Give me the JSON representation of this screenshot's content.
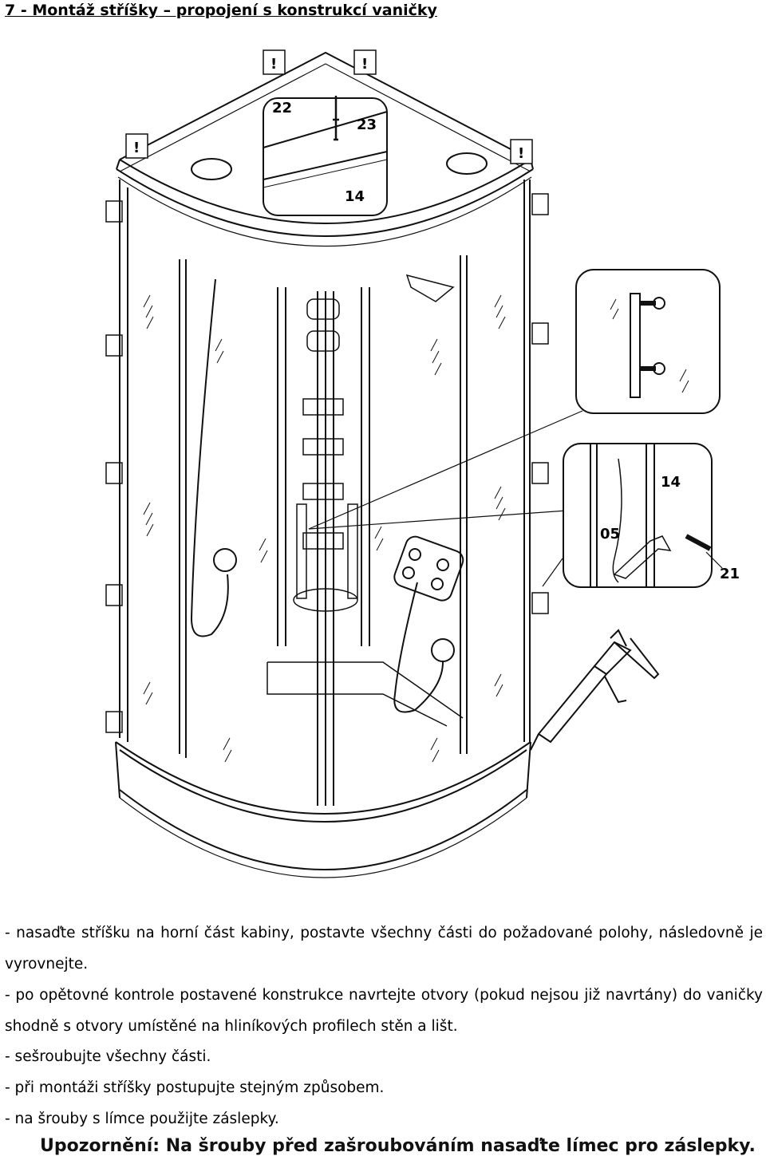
{
  "page": {
    "heading": "7 - Montáž stříšky – propojení s konstrukcí vaničky"
  },
  "figure": {
    "callout_top": {
      "label_a": "22",
      "label_b": "23",
      "label_c": "14"
    },
    "callout_bottom": {
      "label_a": "14",
      "label_b": "05",
      "label_c": "21"
    },
    "warning_mark": "!"
  },
  "instructions": {
    "p1": "- nasaďte stříšku na horní část kabiny, postavte všechny části do požadované polohy, následovně je vyrovnejte.",
    "p2": "- po opětovné kontrole postavené konstrukce navrtejte otvory (pokud nejsou již navrtány) do vaničky shodně s otvory umístěné na hliníkových profilech stěn a lišt.",
    "p3": "- sešroubujte všechny části.",
    "p4": "- při montáži stříšky postupujte stejným způsobem.",
    "p5": "- na šrouby s límce použijte záslepky."
  },
  "warning": "Upozornění: Na šrouby před zašroubováním nasaďte límec pro záslepky."
}
